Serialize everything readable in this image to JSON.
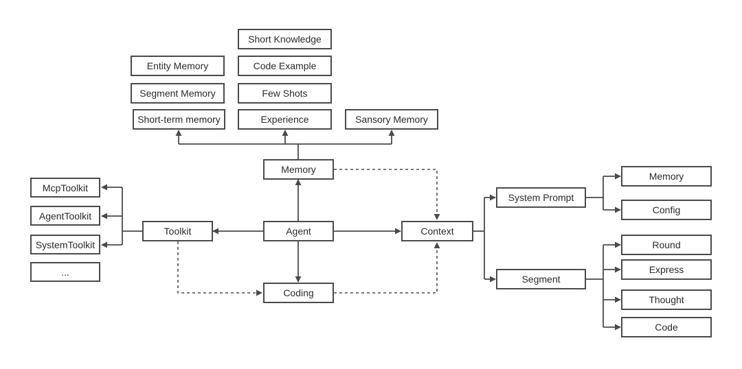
{
  "nodes": {
    "short_knowledge": "Short Knowledge",
    "code_example": "Code Example",
    "few_shots": "Few Shots",
    "experience": "Experience",
    "entity_memory": "Entity Memory",
    "segment_memory": "Segment Memory",
    "short_term_memory": "Short-term memory",
    "sansory_memory": "Sansory Memory",
    "memory": "Memory",
    "agent": "Agent",
    "toolkit": "Toolkit",
    "context": "Context",
    "coding": "Coding",
    "mcp_toolkit": "McpToolkit",
    "agent_toolkit": "AgentToolkit",
    "system_toolkit": "SystemToolkit",
    "more_toolkits": "...",
    "system_prompt": "System Prompt",
    "segment": "Segment",
    "prompt_memory": "Memory",
    "config": "Config",
    "round": "Round",
    "express": "Express",
    "thought": "Thought",
    "code": "Code"
  },
  "colors": {
    "line": "#4a4a4a",
    "box_border": "#4a4a4a",
    "text": "#2a2a2a",
    "background": "#ffffff"
  }
}
